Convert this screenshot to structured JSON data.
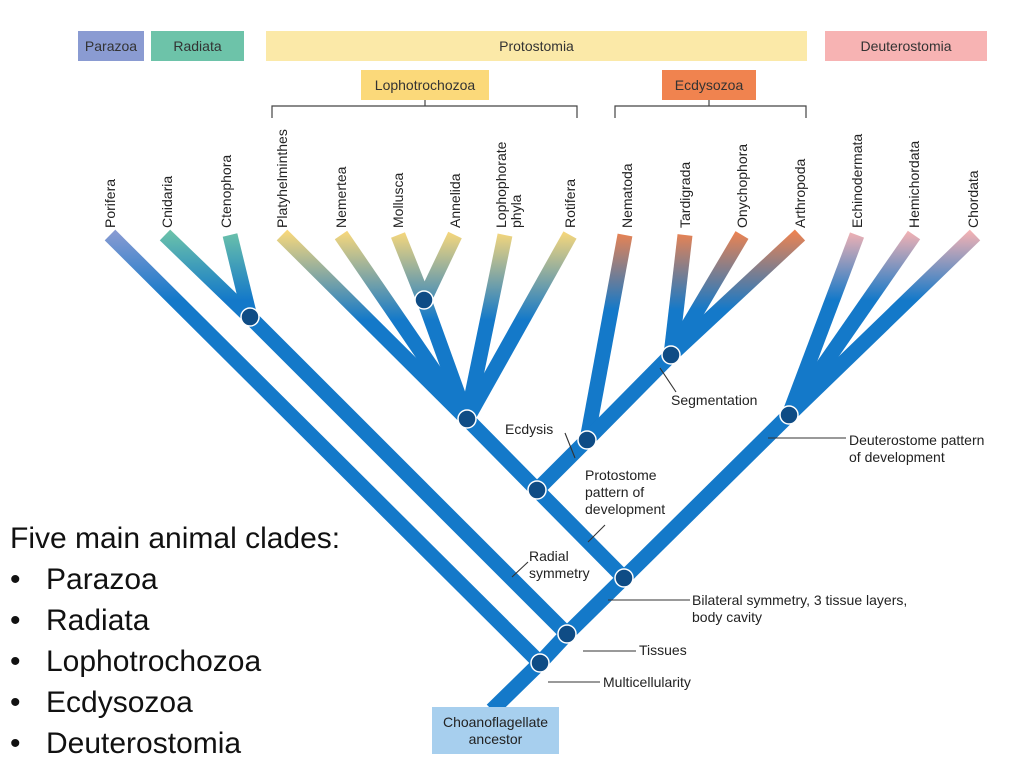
{
  "groups": {
    "parazoa": "Parazoa",
    "radiata": "Radiata",
    "protostomia": "Protostomia",
    "deuterostomia": "Deuterostomia",
    "lophotrochozoa": "Lophotrochozoa",
    "ecdysozoa": "Ecdysozoa"
  },
  "phyla": {
    "porifera": "Porifera",
    "cnidaria": "Cnidaria",
    "ctenophora": "Ctenophora",
    "platyhelminthes": "Platyhelminthes",
    "nemertea": "Nemertea",
    "mollusca": "Mollusca",
    "annelida": "Annelida",
    "lophophorate_1": "Lophophorate",
    "lophophorate_2": "phyla",
    "rotifera": "Rotifera",
    "nematoda": "Nematoda",
    "tardigrada": "Tardigrada",
    "onychophora": "Onychophora",
    "arthropoda": "Arthropoda",
    "echinodermata": "Echinodermata",
    "hemichordata": "Hemichordata",
    "chordata": "Chordata"
  },
  "annotations": {
    "segmentation": "Segmentation",
    "ecdysis": "Ecdysis",
    "deuterostome_1": "Deuterostome pattern",
    "deuterostome_2": "of development",
    "protostome_1": "Protostome",
    "protostome_2": "pattern of",
    "protostome_3": "development",
    "radial_1": "Radial",
    "radial_2": "symmetry",
    "bilateral_1": "Bilateral symmetry, 3 tissue layers,",
    "bilateral_2": "body cavity",
    "tissues": "Tissues",
    "multicellularity": "Multicellularity"
  },
  "ancestor": {
    "line1": "Choanoflagellate",
    "line2": "ancestor"
  },
  "clades": {
    "heading": "Five main animal clades:",
    "items": [
      "Parazoa",
      "Radiata",
      "Lophotrochozoa",
      "Ecdysozoa",
      "Deuterostomia"
    ]
  },
  "colors": {
    "branch": "#1479c9",
    "node": "#0f4c85",
    "parazoa": "#8a9bd2",
    "radiata": "#6dc3a9",
    "protostomia": "#fbe9a8",
    "lophotrochozoa": "#fbd97a",
    "ecdysozoa": "#f0834f",
    "deuterostomia": "#f7b3b3",
    "ancestor": "#a7cfee"
  }
}
